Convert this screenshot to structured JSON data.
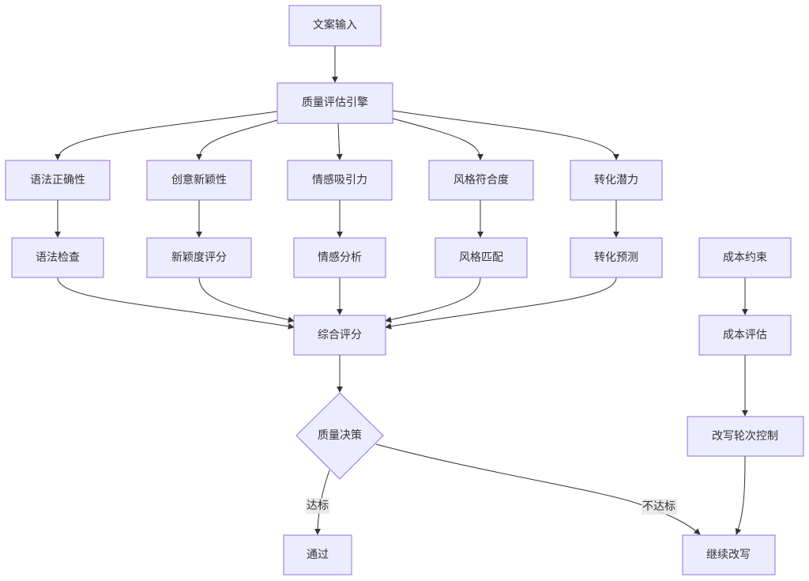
{
  "diagram": {
    "type": "flowchart",
    "direction": "top-down",
    "colors": {
      "node_fill": "#ECECFF",
      "node_stroke": "#9370DB",
      "edge": "#333333",
      "text": "#333333",
      "label_bg": "#e8e8e8"
    },
    "nodes": {
      "input": "文案输入",
      "engine": "质量评估引擎",
      "grammar": "语法正确性",
      "creativity": "创意新颖性",
      "emotion": "情感吸引力",
      "style": "风格符合度",
      "conversion": "转化潜力",
      "grammar_check": "语法检查",
      "novelty_score": "新颖度评分",
      "emotion_analysis": "情感分析",
      "style_match": "风格匹配",
      "conversion_predict": "转化预测",
      "cost_constraint": "成本约束",
      "overall_score": "综合评分",
      "cost_eval": "成本评估",
      "decision": "质量决策",
      "rewrite_control": "改写轮次控制",
      "pass": "通过",
      "continue_rewrite": "继续改写"
    },
    "edges": [
      {
        "from": "input",
        "to": "engine"
      },
      {
        "from": "engine",
        "to": "grammar"
      },
      {
        "from": "engine",
        "to": "creativity"
      },
      {
        "from": "engine",
        "to": "emotion"
      },
      {
        "from": "engine",
        "to": "style"
      },
      {
        "from": "engine",
        "to": "conversion"
      },
      {
        "from": "grammar",
        "to": "grammar_check"
      },
      {
        "from": "creativity",
        "to": "novelty_score"
      },
      {
        "from": "emotion",
        "to": "emotion_analysis"
      },
      {
        "from": "style",
        "to": "style_match"
      },
      {
        "from": "conversion",
        "to": "conversion_predict"
      },
      {
        "from": "grammar_check",
        "to": "overall_score"
      },
      {
        "from": "novelty_score",
        "to": "overall_score"
      },
      {
        "from": "emotion_analysis",
        "to": "overall_score"
      },
      {
        "from": "style_match",
        "to": "overall_score"
      },
      {
        "from": "conversion_predict",
        "to": "overall_score"
      },
      {
        "from": "overall_score",
        "to": "decision"
      },
      {
        "from": "decision",
        "to": "pass",
        "label": "达标"
      },
      {
        "from": "decision",
        "to": "continue_rewrite",
        "label": "不达标"
      },
      {
        "from": "cost_constraint",
        "to": "cost_eval"
      },
      {
        "from": "cost_eval",
        "to": "rewrite_control"
      },
      {
        "from": "rewrite_control",
        "to": "continue_rewrite"
      }
    ],
    "edge_labels": {
      "pass": "达标",
      "fail": "不达标"
    }
  }
}
